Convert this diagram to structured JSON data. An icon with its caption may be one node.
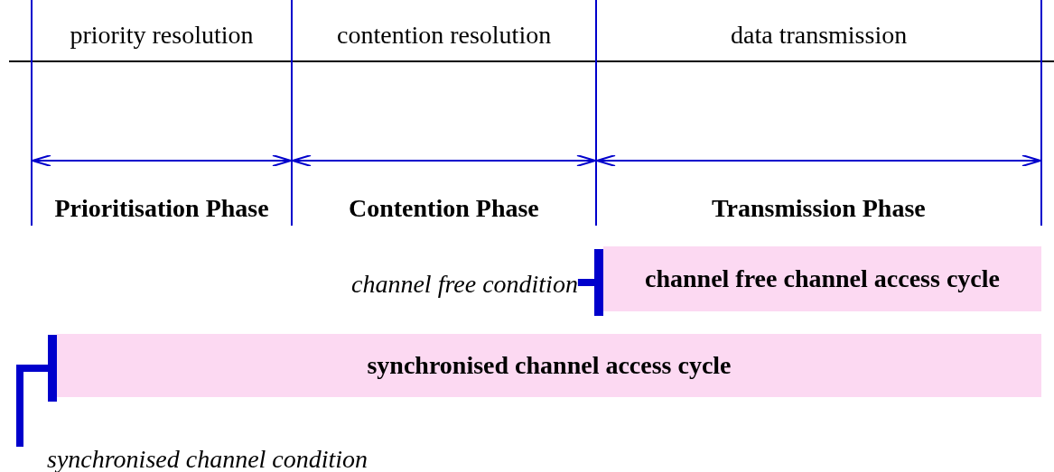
{
  "diagram": {
    "nodes": [
      {
        "text": [
          "channel free condition"
        ]
      },
      {
        "text": [
          "channel free channel access cycle"
        ]
      },
      {
        "text": [
          "synchronised channel access cycle"
        ]
      },
      {
        "text": [
          "synchronised channel condition"
        ]
      }
    ],
    "edges": [
      {
        "from": 0,
        "to": 1,
        "arrow": "other"
      },
      {
        "from": 3,
        "to": 2,
        "arrow": "other"
      }
    ],
    "labels": [
      "priority resolution",
      "contention resolution",
      "data transmission",
      "Prioritisation Phase",
      "Contention Phase",
      "Transmission Phase"
    ]
  }
}
